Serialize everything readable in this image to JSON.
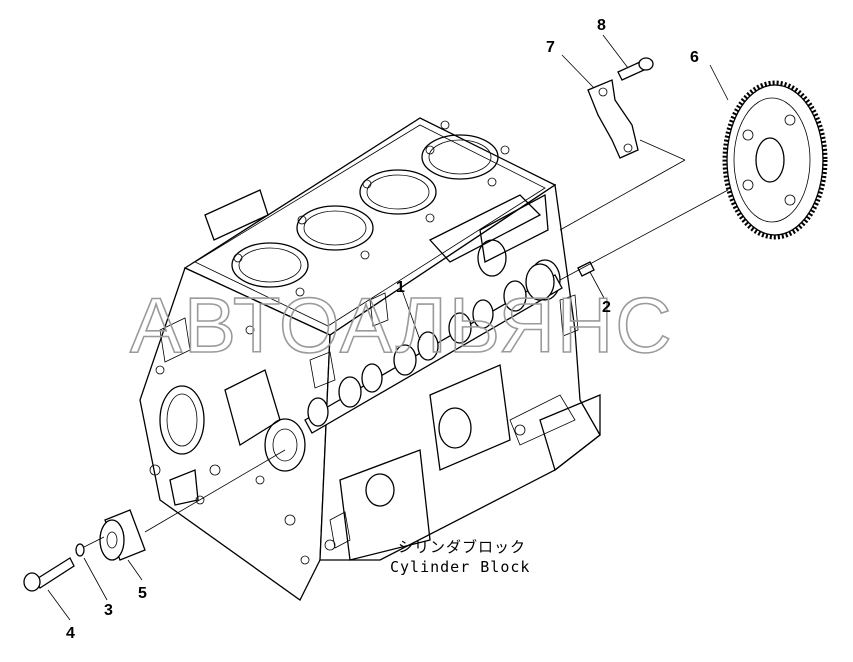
{
  "callouts": [
    {
      "id": "1",
      "label": "1"
    },
    {
      "id": "2",
      "label": "2"
    },
    {
      "id": "3",
      "label": "3"
    },
    {
      "id": "4",
      "label": "4"
    },
    {
      "id": "5",
      "label": "5"
    },
    {
      "id": "6",
      "label": "6"
    },
    {
      "id": "7",
      "label": "7"
    },
    {
      "id": "8",
      "label": "8"
    }
  ],
  "caption": {
    "japanese": "シリンダブロック",
    "english": "Cylinder Block"
  },
  "watermark": "АВТОАЛЬЯНС"
}
